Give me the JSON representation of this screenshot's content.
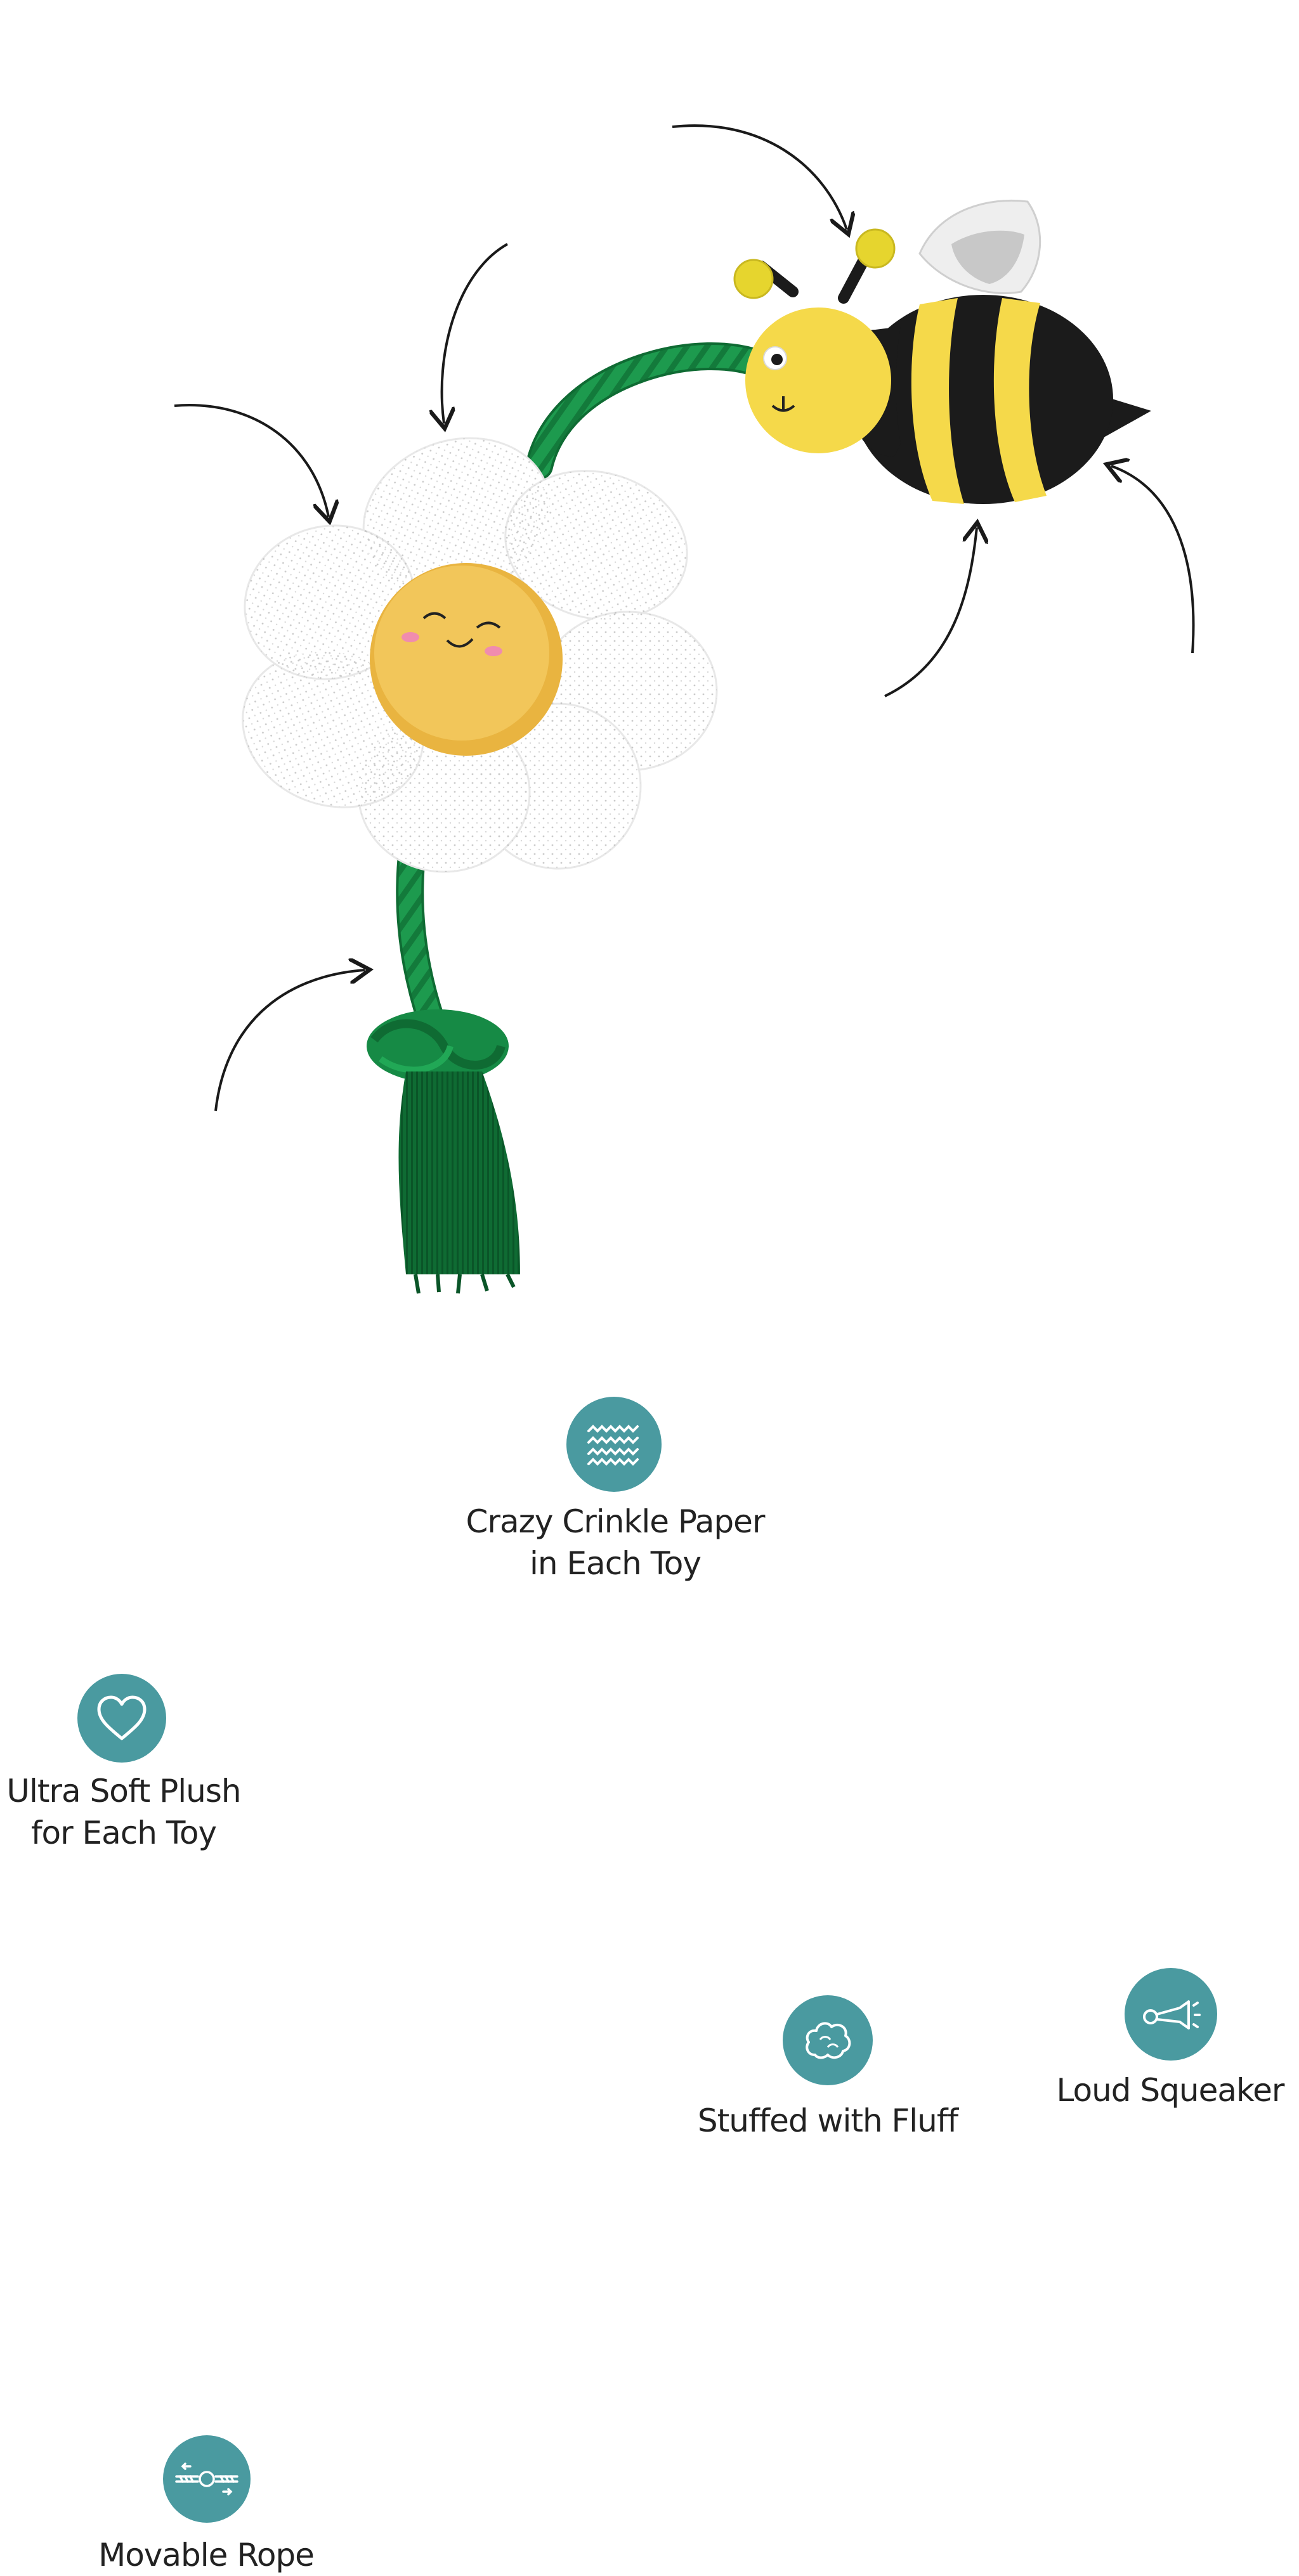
{
  "colors": {
    "badge": "#4a9aa0",
    "text": "#222222",
    "arrow": "#1a1a1a",
    "rope": "#1d9a4e",
    "rope_dark": "#0f6b33",
    "petal": "#ffffff",
    "flower_center": "#f2c14e",
    "bee_yellow": "#f5d94a",
    "bee_black": "#1b1b1b"
  },
  "features": [
    {
      "id": "crinkle",
      "icon": "waves-icon",
      "text": "Crazy Crinkle Paper\nin Each Toy"
    },
    {
      "id": "plush",
      "icon": "heart-icon",
      "text": "Ultra Soft Plush\nfor Each Toy"
    },
    {
      "id": "fluff",
      "icon": "cloud-fluff-icon",
      "text": "Stuffed with Fluff"
    },
    {
      "id": "squeaker",
      "icon": "horn-icon",
      "text": "Loud Squeaker"
    },
    {
      "id": "rope",
      "icon": "rope-tug-icon",
      "text": "Movable Rope"
    }
  ]
}
